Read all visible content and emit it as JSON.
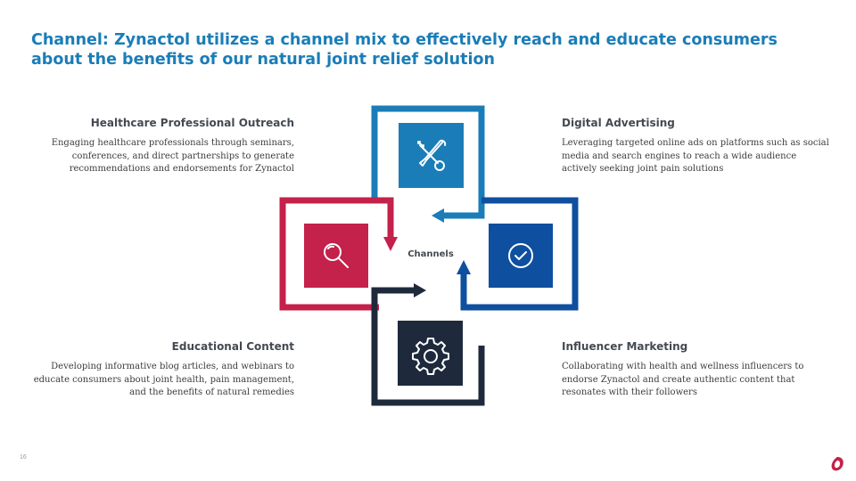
{
  "title": "Channel: Zynactol utilizes a channel mix to effectively reach and educate consumers about the benefits of our natural joint relief solution",
  "center_label": "Channels",
  "colors": {
    "title": "#1a7db8",
    "blue_light": "#1a7db8",
    "blue_dark": "#0f4f9f",
    "crimson": "#c4214b",
    "navy": "#1e2a3c"
  },
  "channels": {
    "top_left": {
      "heading": "Healthcare Professional Outreach",
      "text": "Engaging healthcare professionals through seminars, conferences, and direct partnerships to generate recommendations and endorsements for Zynactol",
      "icon": "search-icon"
    },
    "top_right": {
      "heading": "Digital Advertising",
      "text": "Leveraging targeted online ads on platforms such as social media and search engines to reach a wide audience actively seeking joint pain solutions",
      "icon": "tools-icon"
    },
    "bottom_left": {
      "heading": "Educational Content",
      "text": "Developing informative blog articles, and webinars to educate consumers about joint health, pain management, and the benefits of natural remedies",
      "icon": "gear-icon"
    },
    "bottom_right": {
      "heading": "Influencer Marketing",
      "text": "Collaborating with health and wellness influencers to endorse Zynactol and create authentic content that resonates with their followers",
      "icon": "check-badge-icon"
    }
  },
  "page_number": "16",
  "logo_icon": "brand-logo-icon"
}
